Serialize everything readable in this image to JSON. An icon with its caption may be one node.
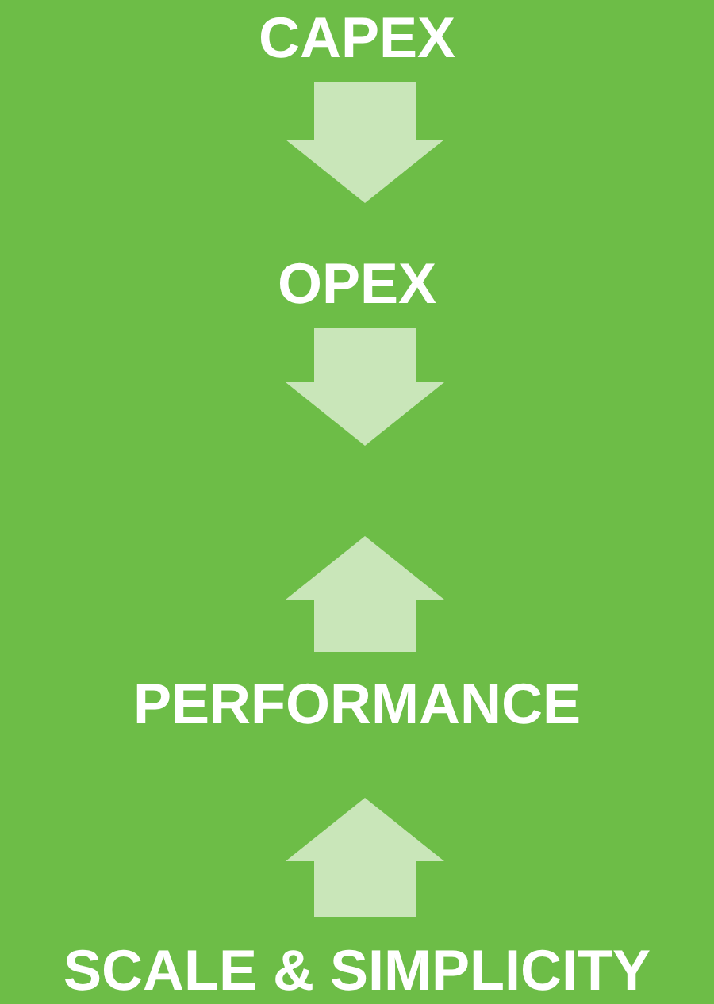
{
  "diagram": {
    "labels": [
      "CAPEX",
      "OPEX",
      "PERFORMANCE",
      "SCALE & SIMPLICITY"
    ]
  }
}
